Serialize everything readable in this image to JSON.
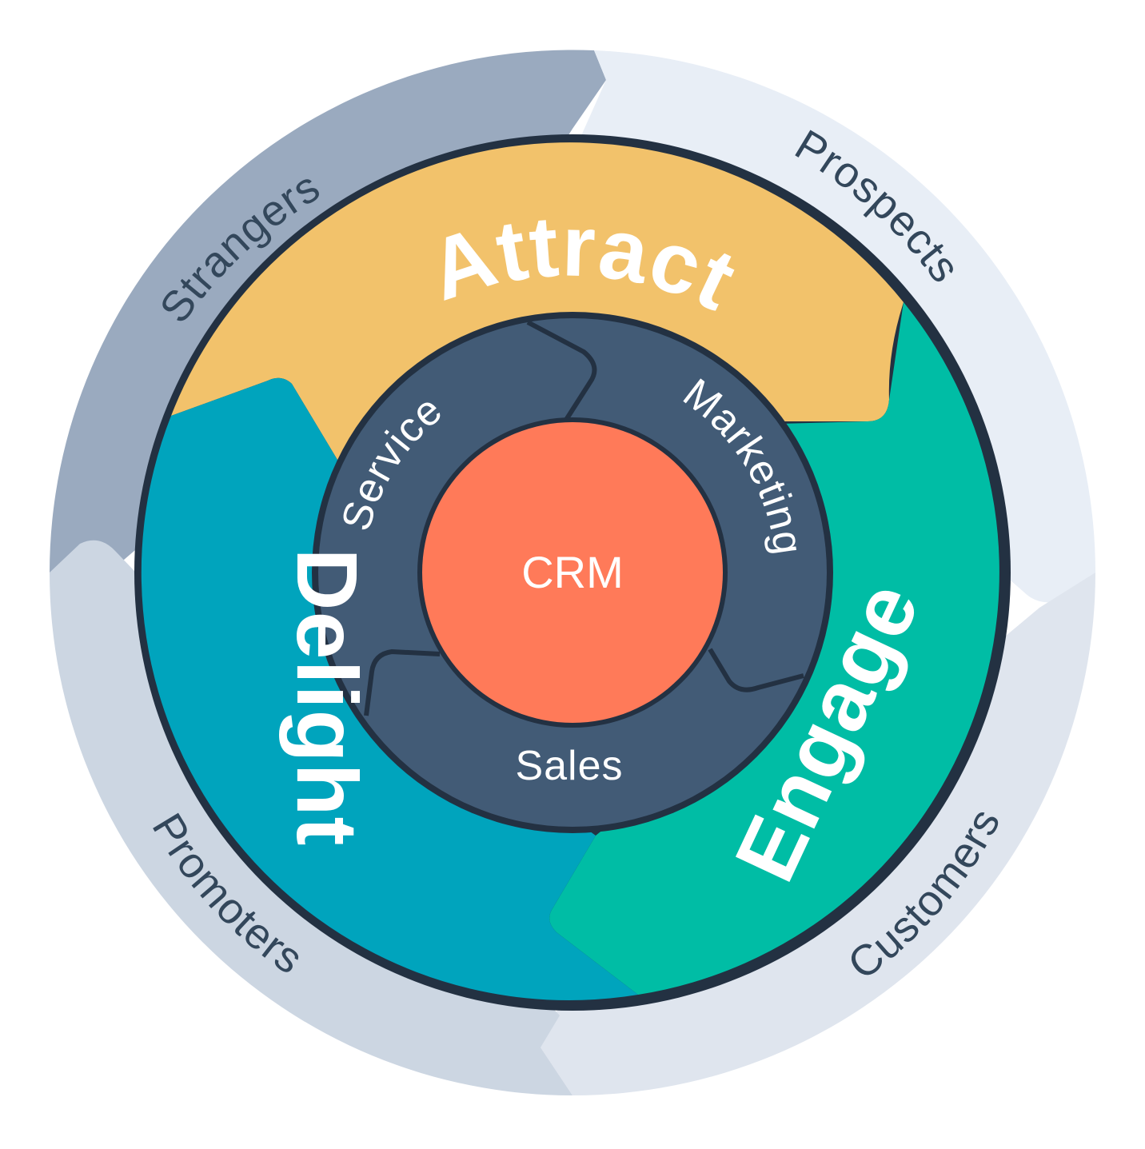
{
  "outer_ring": {
    "labels": {
      "strangers": "Strangers",
      "prospects": "Prospects",
      "customers": "Customers",
      "promoters": "Promoters"
    }
  },
  "stages": {
    "attract": "Attract",
    "engage": "Engage",
    "delight": "Delight"
  },
  "teams": {
    "marketing": "Marketing",
    "sales": "Sales",
    "service": "Service"
  },
  "center": {
    "label": "CRM"
  },
  "colors": {
    "strangers_band": "#9aaabf",
    "prospects_band": "#e8eef6",
    "customers_band": "#dfe5ee",
    "promoters_band": "#ccd6e2",
    "outline": "#233142",
    "attract": "#f2c26b",
    "engage": "#00bda5",
    "delight": "#00a4bd",
    "teams_ring": "#425b76",
    "crm": "#ff7a59",
    "dark_text": "#33475b"
  }
}
